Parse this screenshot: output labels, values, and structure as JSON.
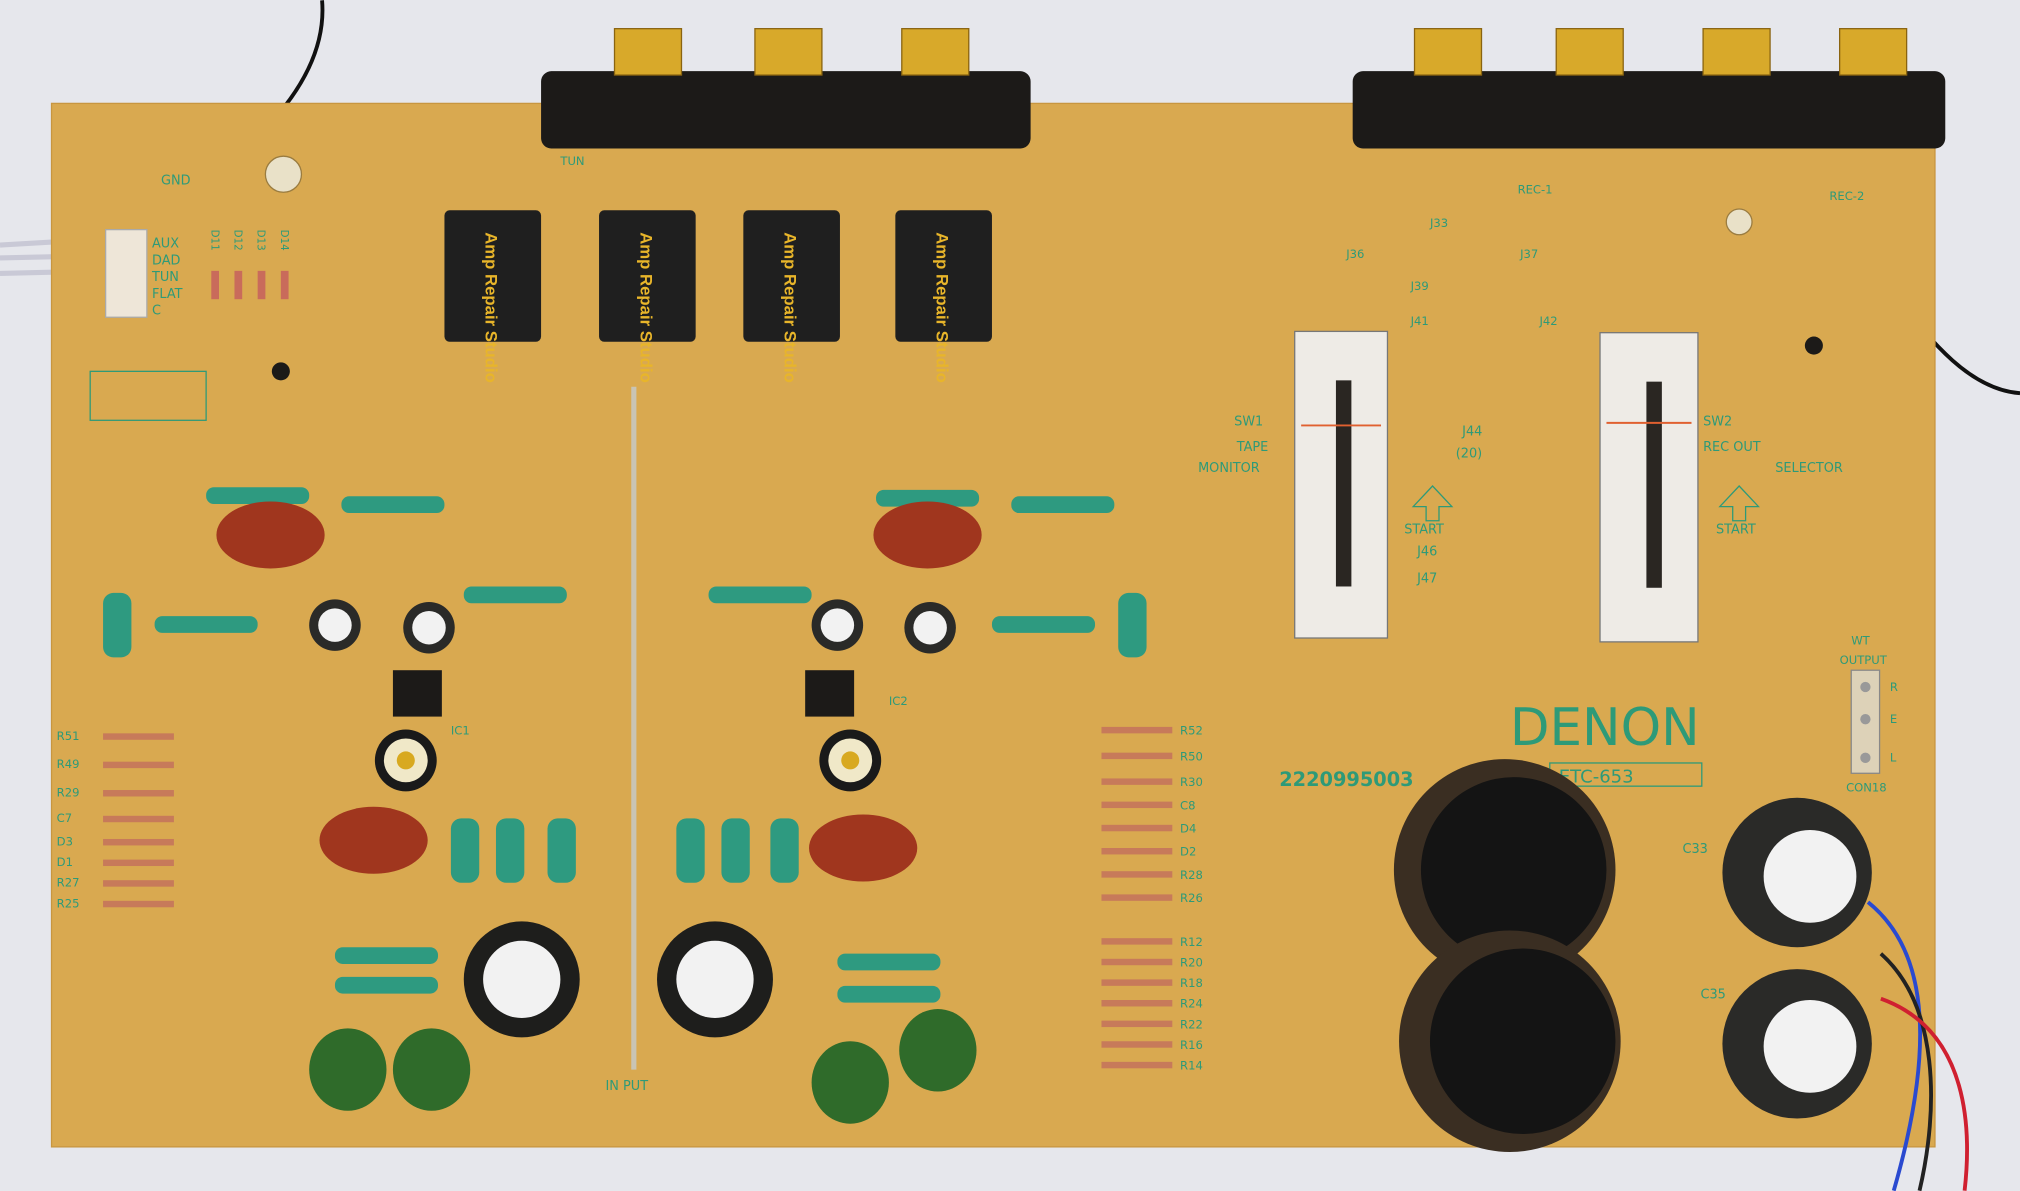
{
  "board": {
    "brand": "DENON",
    "part_number": "2220995003",
    "model": "ETC-653",
    "relay_label": "Amp Repair Studio",
    "colors": {
      "board": "#d9a950",
      "silk": "#2e9a78",
      "background": "#e6e7ec"
    }
  },
  "labels": {
    "gnd": "GND",
    "tun": "TUN",
    "input_sel": [
      "AUX",
      "DAD",
      "TUN",
      "FLAT",
      "C"
    ],
    "diodes": [
      "D11",
      "D12",
      "D13",
      "D14"
    ],
    "sw1": "SW1",
    "tape_monitor_1": "TAPE",
    "tape_monitor_2": "MONITOR",
    "sw2": "SW2",
    "rec_out_1": "REC  OUT",
    "rec_out_2": "SELECTOR",
    "start": "START",
    "j44": "J44",
    "j44_val": "(20)",
    "j46": "J46",
    "j47": "J47",
    "output": "OUTPUT",
    "output_pins": [
      "R",
      "E",
      "L"
    ],
    "con": "CON18",
    "wt": "WT",
    "input": "IN PUT",
    "c33": "C33",
    "c35": "C35",
    "ic1": "IC1",
    "ic2": "IC2",
    "rec1": "REC-1",
    "rec2": "REC-2",
    "j33": "J33",
    "j36": "J36",
    "j37": "J37",
    "j39": "J39",
    "j41": "J41",
    "j42": "J42",
    "left_refs": [
      "R51",
      "R49",
      "R29",
      "C7",
      "D3",
      "D1",
      "R27",
      "R25"
    ],
    "right_refs": [
      "R52",
      "R50",
      "R30",
      "C8",
      "D4",
      "D2",
      "R28",
      "R26",
      "R12",
      "R20",
      "R18",
      "R24",
      "R22",
      "R16",
      "R14"
    ]
  }
}
